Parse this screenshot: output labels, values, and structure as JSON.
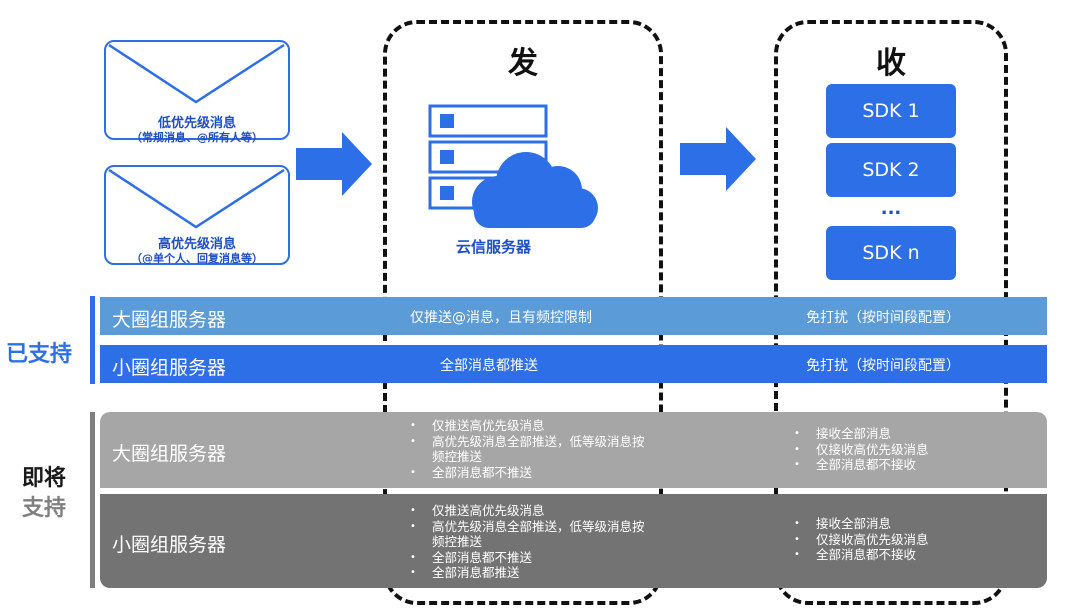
{
  "messages": {
    "low": {
      "title": "低优先级消息",
      "sub": "（常规消息、@所有人等）"
    },
    "high": {
      "title": "高优先级消息",
      "sub": "（@单个人、回复消息等）"
    }
  },
  "columns": {
    "send": "发",
    "receive": "收"
  },
  "server": {
    "label": "云信服务器",
    "icon": "server-cloud-icon"
  },
  "sdks": [
    "SDK 1",
    "SDK 2",
    "SDK n"
  ],
  "sdk_dots": "...",
  "sections": {
    "supported": "已支持",
    "upcoming_line1": "即将",
    "upcoming_line2": "支持"
  },
  "rows": [
    {
      "label": "大圈组服务器",
      "send": "仅推送@消息，且有频控限制",
      "receive": "免打扰（按时间段配置）"
    },
    {
      "label": "小圈组服务器",
      "send": "全部消息都推送",
      "receive": "免打扰（按时间段配置）"
    },
    {
      "label": "大圈组服务器",
      "send_bullets": [
        "仅推送高优先级消息",
        "高优先级消息全部推送，低等级消息按频控推送",
        "全部消息都不推送"
      ],
      "receive_bullets": [
        "接收全部消息",
        "仅接收高优先级消息",
        "全部消息都不接收"
      ]
    },
    {
      "label": "小圈组服务器",
      "send_bullets": [
        "仅推送高优先级消息",
        "高优先级消息全部推送，低等级消息按频控推送",
        "全部消息都不推送",
        "全部消息都推送"
      ],
      "receive_bullets": [
        "接收全部消息",
        "仅接收高优先级消息",
        "全部消息都不接收"
      ]
    }
  ],
  "colors": {
    "blue": "#2d6fe6",
    "row1": "#5a9bd8",
    "row2": "#2d6fe6",
    "row3": "#a6a6a6",
    "row4": "#737373",
    "supported_text": "#2d6fe6",
    "upcoming_text1": "#1a1a1a",
    "upcoming_text2": "#7f7f7f"
  }
}
